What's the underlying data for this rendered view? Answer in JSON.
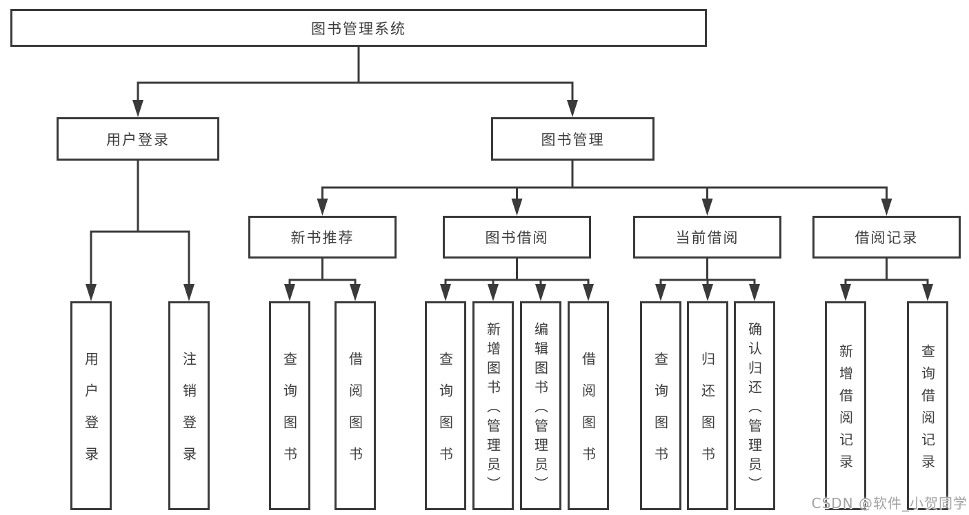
{
  "diagram_title": "图书管理系统",
  "colors": {
    "line": "#3a3a3a",
    "arrow": "#3a3a3a",
    "box_border": "#3a3a3a",
    "text": "#3d3d3d",
    "watermark": "#a2a2a2",
    "background": "#ffffff"
  },
  "tree": {
    "root": "图书管理系统",
    "children": [
      {
        "label": "用户登录",
        "children": [
          "用户登录",
          "注销登录"
        ]
      },
      {
        "label": "图书管理",
        "children": [
          {
            "label": "新书推荐",
            "children": [
              "查询图书",
              "借阅图书"
            ]
          },
          {
            "label": "图书借阅",
            "children": [
              "查询图书",
              "新增图书（管理员）",
              "编辑图书（管理员）",
              "借阅图书"
            ]
          },
          {
            "label": "当前借阅",
            "children": [
              "查询图书",
              "归还图书",
              "确认归还（管理员）"
            ]
          },
          {
            "label": "借阅记录",
            "children": [
              "新增借阅记录",
              "查询借阅记录"
            ]
          }
        ]
      }
    ]
  },
  "watermark": {
    "text": "CSDN @软件_小贺同学"
  }
}
